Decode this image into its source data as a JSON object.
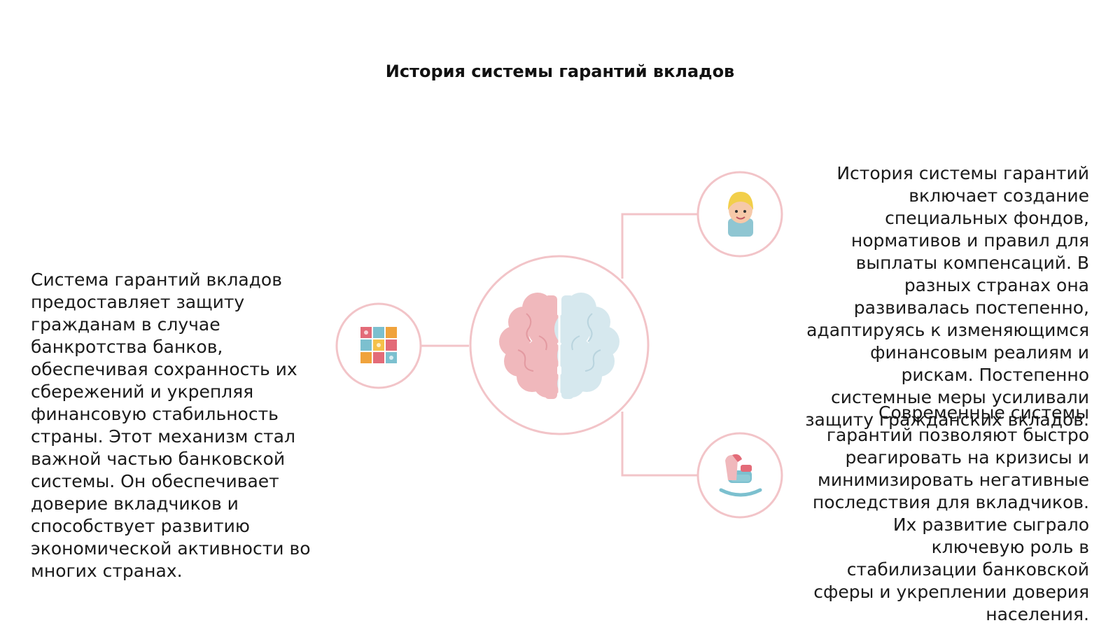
{
  "title": "История системы гарантий вкладов",
  "left_text": "Система гарантий вкладов предоставляет защиту гражданам в случае банкротства банков, обеспечивая сохранность их сбережений и укрепляя финансовую стабильность страны. Этот механизм стал важной частью банковской системы. Он обеспечивает доверие вкладчиков и способствует развитию экономической активности во многих странах.",
  "right_top_text": "История системы гарантий включает создание специальных фондов, нормативов и правил для выплаты компенсаций. В разных странах она развивалась постепенно, адаптируясь к изменяющимся финансовым реалиям и рискам. Постепенно системные меры усиливали защиту гражданских вкладов.",
  "right_bottom_text": "Современные системы гарантий позволяют быстро реагировать на кризисы и минимизировать негативные последствия для вкладчиков. Их развитие сыграло ключевую роль в стабилизации банковской сферы и укреплении доверия населения.",
  "icons": {
    "center": "brain-icon",
    "left": "blocks-icon",
    "top_right": "child-icon",
    "bottom_right": "rocking-horse-icon"
  },
  "colors": {
    "accent": "#f2c4c8",
    "brain_left": "#f0b8bc",
    "brain_right": "#d6e8ee"
  }
}
